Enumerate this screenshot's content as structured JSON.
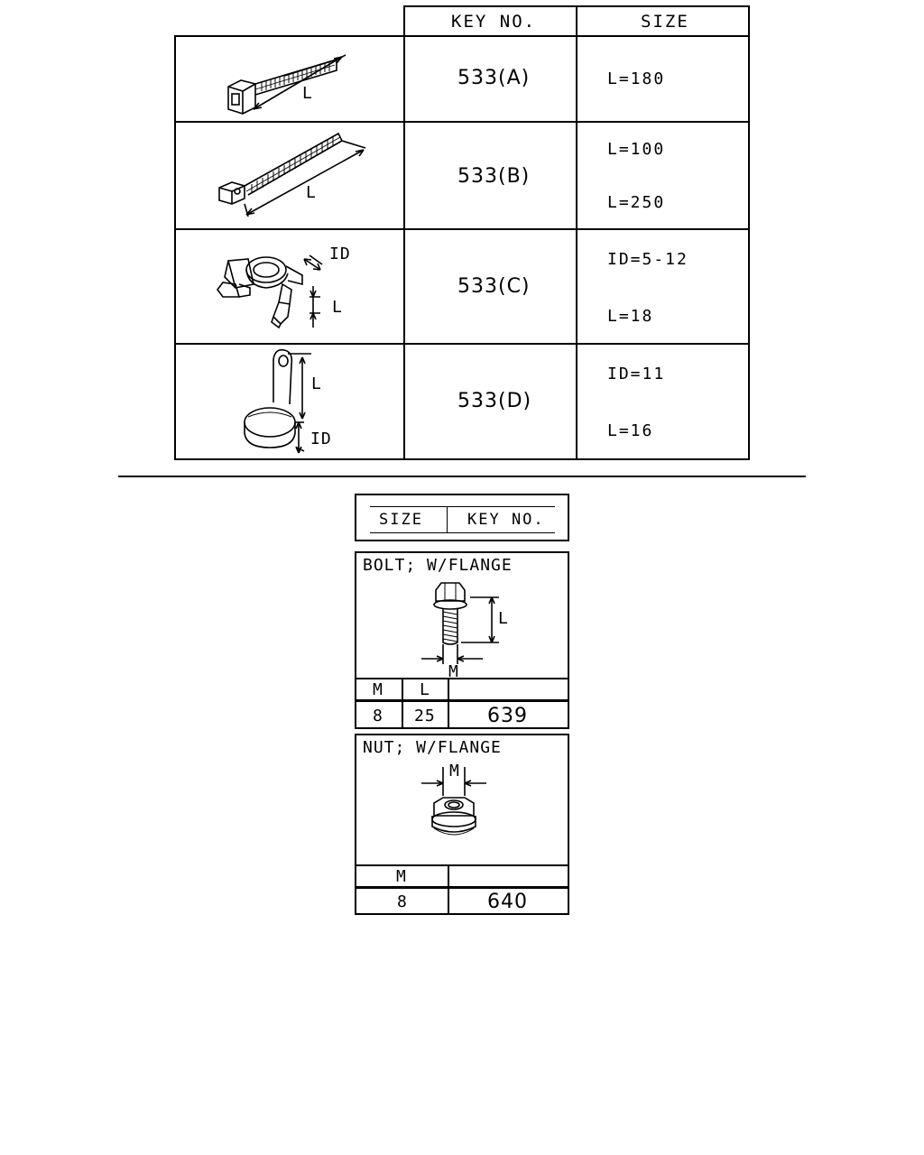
{
  "clips_table": {
    "header": {
      "key_no": "KEY NO.",
      "size": "SIZE"
    },
    "rows": [
      {
        "key_no": "533(A)",
        "sizes": [
          "L=180"
        ],
        "dims": [
          "L"
        ]
      },
      {
        "key_no": "533(B)",
        "sizes": [
          "L=100",
          "L=250"
        ],
        "dims": [
          "L"
        ]
      },
      {
        "key_no": "533(C)",
        "sizes": [
          "ID=5-12",
          "L=18"
        ],
        "dims": [
          "ID",
          "L"
        ]
      },
      {
        "key_no": "533(D)",
        "sizes": [
          "ID=11",
          "L=16"
        ],
        "dims": [
          "L",
          "ID"
        ]
      }
    ]
  },
  "legend": {
    "size": "SIZE",
    "key_no": "KEY NO."
  },
  "bolt": {
    "title": "BOLT; W/FLANGE",
    "dims": {
      "length": "L",
      "diameter": "M"
    },
    "columns": [
      "M",
      "L"
    ],
    "values": [
      "8",
      "25"
    ],
    "key_no": "639"
  },
  "nut": {
    "title": "NUT; W/FLANGE",
    "dims": {
      "diameter": "M"
    },
    "columns": [
      "M"
    ],
    "values": [
      "8"
    ],
    "key_no": "640"
  }
}
